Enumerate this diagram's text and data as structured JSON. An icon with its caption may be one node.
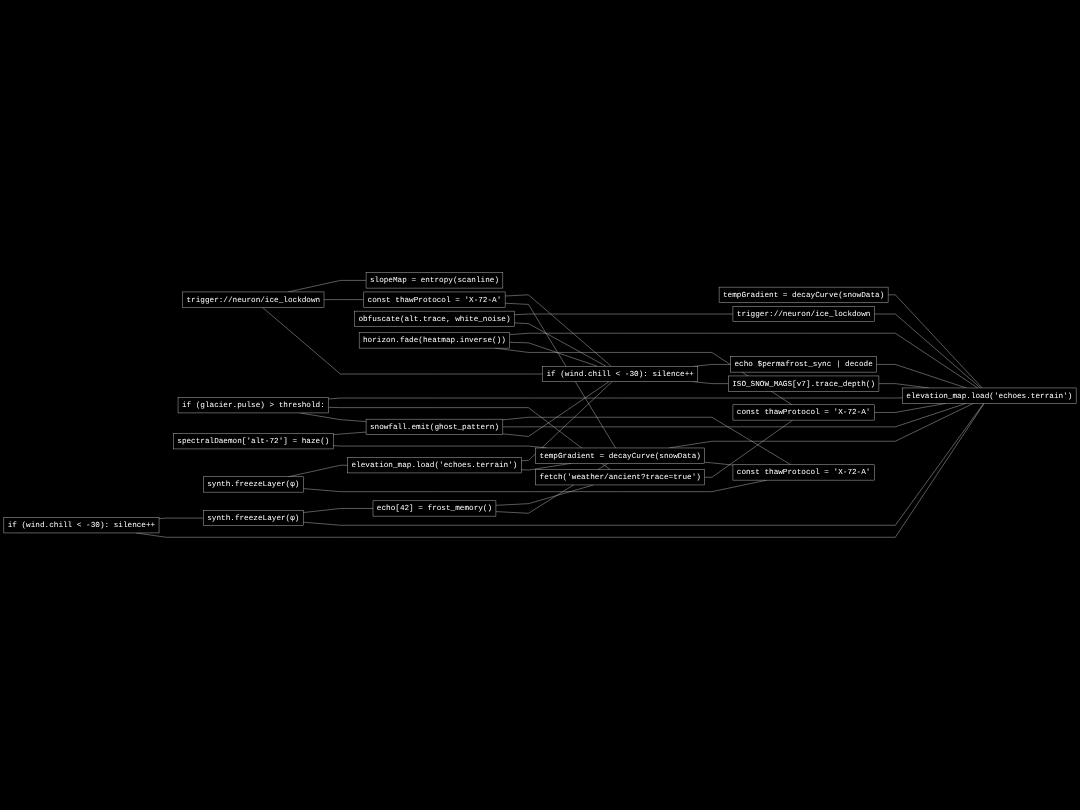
{
  "diagram": {
    "nodes": [
      {
        "text": [
          "if (wind.chill < -30): silence++"
        ]
      },
      {
        "text": [
          "trigger://neuron/ice_lockdown"
        ]
      },
      {
        "text": [
          "if (glacier.pulse) > threshold:"
        ]
      },
      {
        "text": [
          "const thawProtocol = 'X-72-A'"
        ]
      },
      {
        "text": [
          "echo[42] = frost_memory()"
        ]
      },
      {
        "text": [
          "obfuscate(alt.trace, white_noise)"
        ]
      },
      {
        "text": [
          "spectralDaemon['alt-72'] = haze()"
        ]
      },
      {
        "text": [
          "horizon.fade(heatmap.inverse())"
        ]
      },
      {
        "text": [
          "synth.freezeLayer(φ)"
        ]
      },
      {
        "text": [
          "snowfall.emit(ghost_pattern)"
        ]
      },
      {
        "text": [
          "elevation_map.load('echoes.terrain')"
        ]
      },
      {
        "text": [
          "slopeMap = entropy(scanline)"
        ]
      },
      {
        "text": [
          "tempGradient = decayCurve(snowData)"
        ]
      },
      {
        "text": [
          "tempGradient = decayCurve(snowData)"
        ]
      },
      {
        "text": [
          "fetch('weather/ancient?trace=true')"
        ]
      },
      {
        "text": [
          "const thawProtocol = 'X-72-A'"
        ]
      },
      {
        "text": [
          "if (wind.chill < -30): silence++"
        ]
      },
      {
        "text": [
          "synth.freezeLayer(φ)"
        ]
      },
      {
        "text": [
          "ISO_SNOW_MAGS[v7].trace_depth()"
        ]
      },
      {
        "text": [
          "echo $permafrost_sync | decode"
        ]
      },
      {
        "text": [
          "trigger://neuron/ice_lockdown"
        ]
      },
      {
        "text": [
          "elevation_map.load('echoes.terrain')"
        ]
      },
      {
        "text": [
          "const thawProtocol = 'X-72-A'"
        ]
      }
    ],
    "edges": [
      {
        "from": 1,
        "to": 16,
        "arrow": "none"
      },
      {
        "from": 1,
        "to": 3,
        "arrow": "none"
      },
      {
        "from": 1,
        "to": 11,
        "arrow": "none"
      },
      {
        "from": 0,
        "to": 21,
        "arrow": "none"
      },
      {
        "from": 0,
        "to": 17,
        "arrow": "none"
      },
      {
        "from": 2,
        "to": 9,
        "arrow": "none"
      },
      {
        "from": 2,
        "to": 14,
        "arrow": "none"
      },
      {
        "from": 2,
        "to": 21,
        "arrow": "none"
      },
      {
        "from": 3,
        "to": 13,
        "arrow": "none"
      },
      {
        "from": 4,
        "to": 13,
        "arrow": "none"
      },
      {
        "from": 6,
        "to": 13,
        "arrow": "none"
      },
      {
        "from": 10,
        "to": 13,
        "arrow": "none"
      },
      {
        "from": 13,
        "to": 22,
        "arrow": "none"
      },
      {
        "from": 13,
        "to": 21,
        "arrow": "none"
      },
      {
        "from": 7,
        "to": 15,
        "arrow": "none"
      },
      {
        "from": 14,
        "to": 15,
        "arrow": "none"
      },
      {
        "from": 15,
        "to": 21,
        "arrow": "none"
      },
      {
        "from": 5,
        "to": 16,
        "arrow": "none"
      },
      {
        "from": 7,
        "to": 16,
        "arrow": "none"
      },
      {
        "from": 9,
        "to": 16,
        "arrow": "none"
      },
      {
        "from": 3,
        "to": 16,
        "arrow": "none"
      },
      {
        "from": 10,
        "to": 16,
        "arrow": "none"
      },
      {
        "from": 16,
        "to": 18,
        "arrow": "none"
      },
      {
        "from": 16,
        "to": 19,
        "arrow": "none"
      },
      {
        "from": 7,
        "to": 21,
        "arrow": "none"
      },
      {
        "from": 9,
        "to": 21,
        "arrow": "none"
      },
      {
        "from": 12,
        "to": 21,
        "arrow": "none"
      },
      {
        "from": 17,
        "to": 21,
        "arrow": "none"
      },
      {
        "from": 18,
        "to": 21,
        "arrow": "none"
      },
      {
        "from": 19,
        "to": 21,
        "arrow": "none"
      },
      {
        "from": 20,
        "to": 21,
        "arrow": "none"
      },
      {
        "from": 8,
        "to": 22,
        "arrow": "none"
      },
      {
        "from": 9,
        "to": 22,
        "arrow": "none"
      },
      {
        "from": 17,
        "to": 4,
        "arrow": "none"
      },
      {
        "from": 5,
        "to": 20,
        "arrow": "none"
      },
      {
        "from": 8,
        "to": 10,
        "arrow": "none"
      },
      {
        "from": 4,
        "to": 14,
        "arrow": "none"
      },
      {
        "from": 6,
        "to": 9,
        "arrow": "none"
      }
    ]
  }
}
